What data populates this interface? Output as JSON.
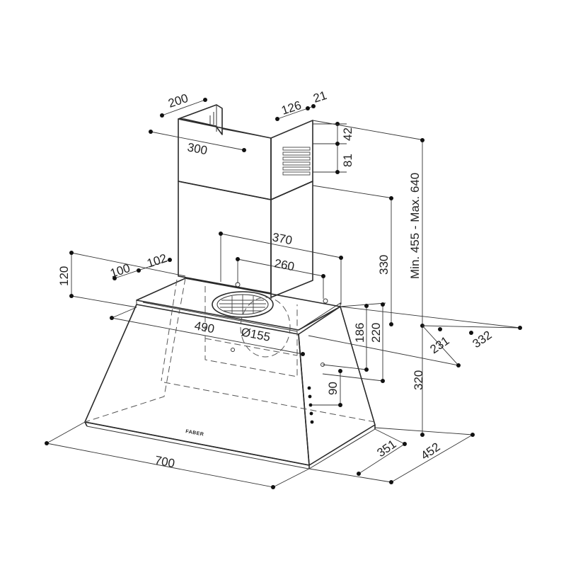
{
  "brand": {
    "logo_text": "FABER"
  },
  "dimensions": {
    "chimney_width": "200",
    "chimney_depth": "300",
    "grille_offset": "126",
    "grille_edge": "21",
    "grille_top": "42",
    "grille_height": "81",
    "upper_chimney_height": "330",
    "total_height_range": "Min. 455 - Max. 640",
    "bracket_spacing": "370",
    "inner_spacing": "260",
    "mount_height": "120",
    "mount_width_left": "100",
    "mount_width_right": "102",
    "body_width_top": "490",
    "outlet_diameter": "Ø155",
    "outlet_depth": "186",
    "outlet_depth_2": "220",
    "side_depth_1": "231",
    "side_depth_2": "332",
    "control_height": "90",
    "hood_height": "320",
    "hood_width": "700",
    "depth_bottom": "351",
    "total_depth": "452"
  }
}
